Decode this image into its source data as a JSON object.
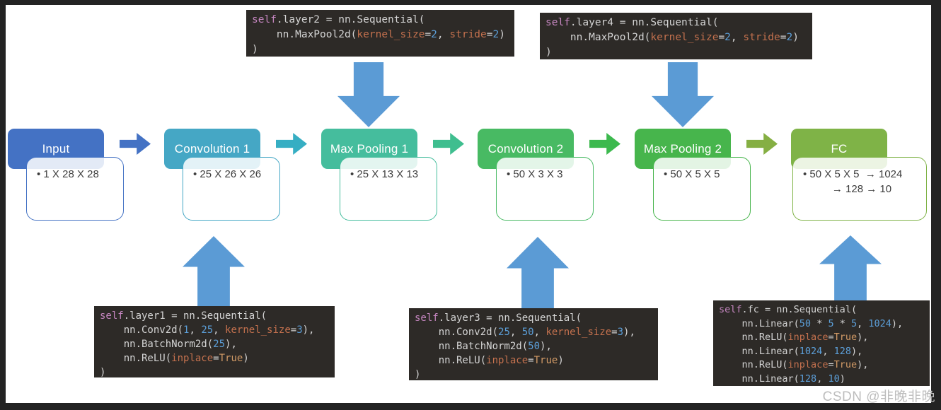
{
  "watermark": "CSDN @非晚非晚",
  "colors": {
    "frame": "#232323",
    "canvas": "#ffffff",
    "big_arrow": "#5b9bd5",
    "code_background": "#2d2a27",
    "syntax": {
      "self_keyword": "#c586c0",
      "kwarg": "#c4714e",
      "true_literal": "#d19a66",
      "number": "#5c9fd9",
      "plain": "#d4d4d4"
    }
  },
  "flow": {
    "nodes": [
      {
        "id": "input",
        "label": "Input",
        "details": [
          "• 1 X 28 X 28"
        ],
        "color": "#4472c4"
      },
      {
        "id": "conv1",
        "label": "Convolution 1",
        "details": [
          "• 25 X 26 X 26"
        ],
        "color": "#45a7c5"
      },
      {
        "id": "maxpool1",
        "label": "Max Pooling 1",
        "details": [
          "• 25 X 13 X 13"
        ],
        "color": "#45bd9d"
      },
      {
        "id": "conv2",
        "label": "Convolution 2",
        "details": [
          "• 50 X 3 X 3"
        ],
        "color": "#48ba63"
      },
      {
        "id": "maxpool2",
        "label": "Max Pooling 2",
        "details": [
          "• 50 X 5 X 5"
        ],
        "color": "#47b54c"
      },
      {
        "id": "fc",
        "label": "FC",
        "details": [
          "• 50 X 5 X 5  → 1024",
          "→ 128 → 10"
        ],
        "color": "#7fb347"
      }
    ],
    "connector_colors": [
      "#4472c4",
      "#36aec3",
      "#3fbe8f",
      "#3cb94e",
      "#85af43"
    ]
  },
  "code_blocks": [
    {
      "id": "layer2",
      "position": "top-left",
      "lines": [
        "self.layer2 = nn.Sequential(",
        "    nn.MaxPool2d(kernel_size=2, stride=2)",
        ")"
      ]
    },
    {
      "id": "layer4",
      "position": "top-right",
      "lines": [
        "self.layer4 = nn.Sequential(",
        "    nn.MaxPool2d(kernel_size=2, stride=2)",
        ")"
      ]
    },
    {
      "id": "layer1",
      "position": "bottom-left",
      "lines": [
        "self.layer1 = nn.Sequential(",
        "    nn.Conv2d(1, 25, kernel_size=3),",
        "    nn.BatchNorm2d(25),",
        "    nn.ReLU(inplace=True)",
        ")"
      ]
    },
    {
      "id": "layer3",
      "position": "bottom-mid",
      "lines": [
        "self.layer3 = nn.Sequential(",
        "    nn.Conv2d(25, 50, kernel_size=3),",
        "    nn.BatchNorm2d(50),",
        "    nn.ReLU(inplace=True)",
        ")"
      ]
    },
    {
      "id": "fc_code",
      "position": "bottom-right",
      "lines": [
        "self.fc = nn.Sequential(",
        "    nn.Linear(50 * 5 * 5, 1024),",
        "    nn.ReLU(inplace=True),",
        "    nn.Linear(1024, 128),",
        "    nn.ReLU(inplace=True),",
        "    nn.Linear(128, 10)"
      ]
    }
  ]
}
